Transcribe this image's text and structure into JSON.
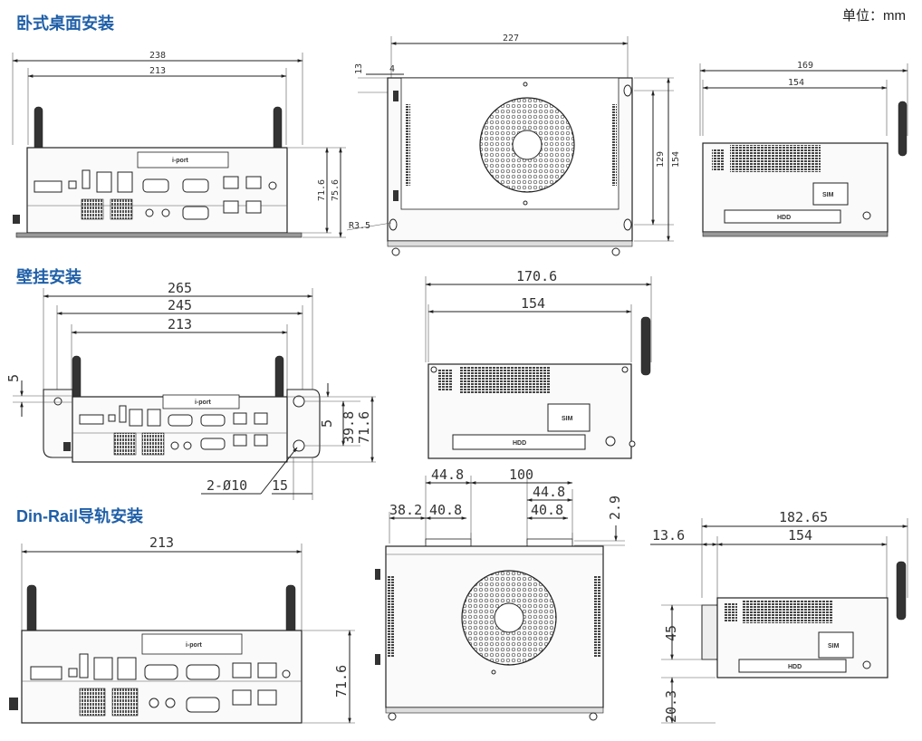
{
  "unit_label": "单位：mm",
  "sections": [
    {
      "title": "卧式桌面安装"
    },
    {
      "title": "壁挂安装"
    },
    {
      "title": "Din-Rail导轨安装"
    }
  ],
  "labels": {
    "iport": "i-port",
    "sim": "SIM",
    "hdd": "HDD"
  },
  "dims": {
    "d238": "238",
    "d213a": "213",
    "d71_6a": "71.6",
    "d75_6": "75.6",
    "d227": "227",
    "d13": "13",
    "d4": "4",
    "d129": "129",
    "d154a": "154",
    "dR3_5": "R3.5",
    "d169": "169",
    "d154b": "154",
    "d265": "265",
    "d245": "245",
    "d213b": "213",
    "d5a": "5",
    "d5b": "5",
    "d39_8": "39.8",
    "d71_6b": "71.6",
    "d2phi10": "2-Ø10",
    "d15": "15",
    "d170_6": "170.6",
    "d154c": "154",
    "d213c": "213",
    "d71_6c": "71.6",
    "d44_8a": "44.8",
    "d100": "100",
    "d38_2": "38.2",
    "d40_8a": "40.8",
    "d44_8b": "44.8",
    "d40_8b": "40.8",
    "d2_9": "2.9",
    "d182_65": "182.65",
    "d13_6": "13.6",
    "d154d": "154",
    "d45": "45",
    "d20_3": "20.3"
  }
}
